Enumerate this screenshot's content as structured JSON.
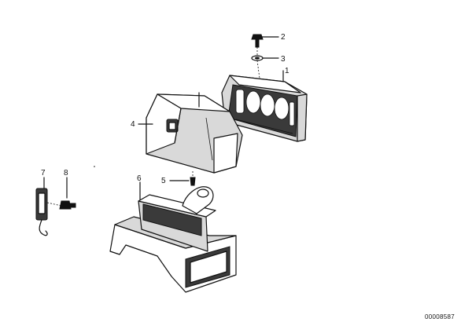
{
  "callouts": {
    "p1": "1",
    "p2": "2",
    "p3": "3",
    "p4": "4",
    "p5": "5",
    "p6": "6",
    "p7": "7",
    "p8": "8"
  },
  "reference_number": "00008587"
}
